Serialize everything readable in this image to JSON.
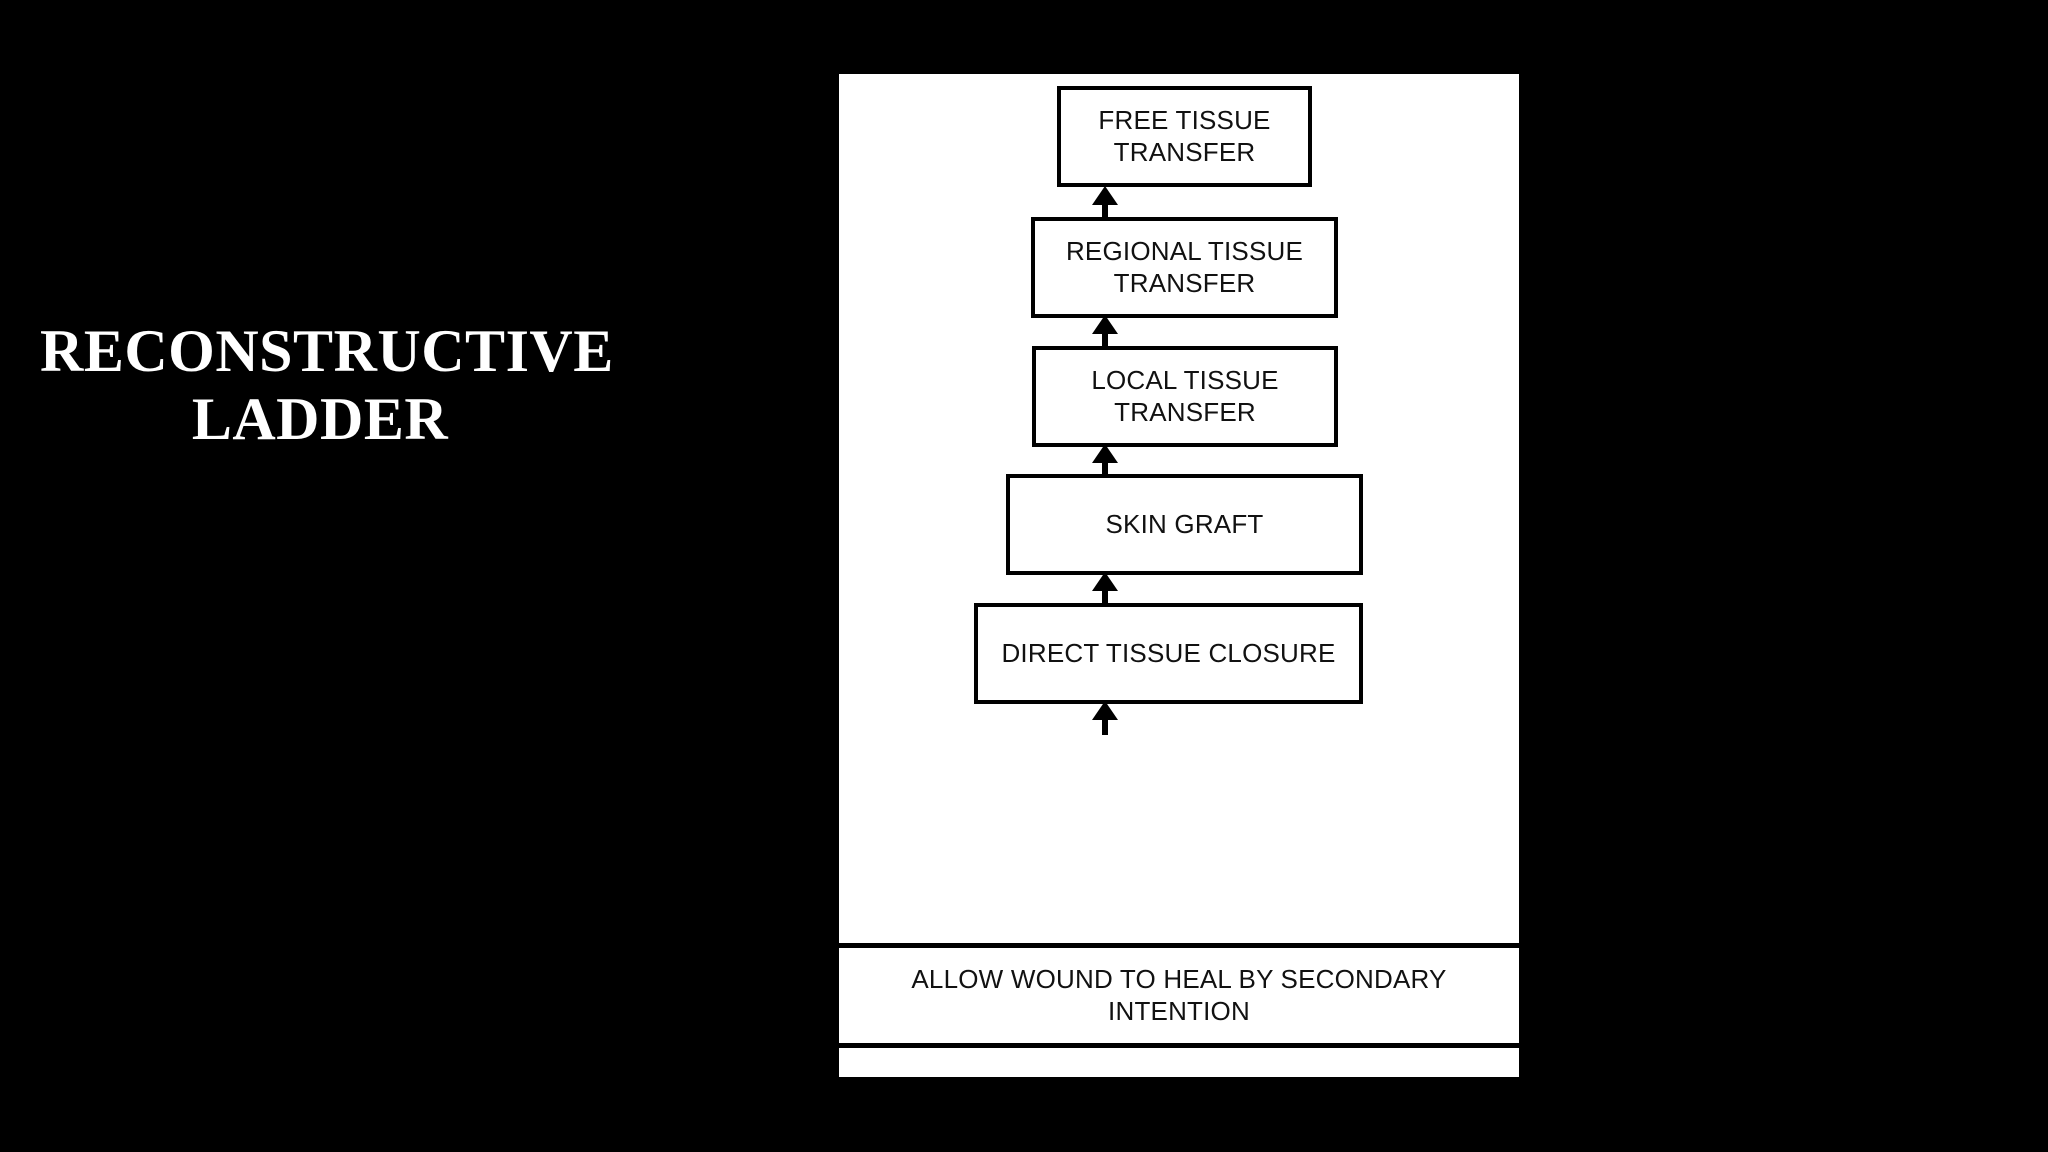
{
  "slide": {
    "background_color": "#000000",
    "panel_color": "#ffffff",
    "title": {
      "lines": [
        "RECONSTRUCTIVE",
        "LADDER"
      ],
      "color": "#ffffff"
    }
  },
  "diagram": {
    "type": "flowchart-ladder",
    "direction": "bottom-to-top",
    "line_color": "#000000",
    "text_color": "#111111",
    "steps": [
      {
        "index": 5,
        "label": "FREE TISSUE TRANSFER"
      },
      {
        "index": 4,
        "label": "REGIONAL TISSUE TRANSFER"
      },
      {
        "index": 3,
        "label": "LOCAL TISSUE TRANSFER"
      },
      {
        "index": 2,
        "label": "SKIN GRAFT"
      },
      {
        "index": 1,
        "label": "DIRECT TISSUE CLOSURE"
      }
    ],
    "base": {
      "label": "ALLOW WOUND TO HEAL BY SECONDARY INTENTION"
    },
    "arrows": [
      {
        "from": "REGIONAL TISSUE TRANSFER",
        "to": "FREE TISSUE TRANSFER"
      },
      {
        "from": "LOCAL TISSUE TRANSFER",
        "to": "REGIONAL TISSUE TRANSFER"
      },
      {
        "from": "SKIN GRAFT",
        "to": "LOCAL TISSUE TRANSFER"
      },
      {
        "from": "DIRECT TISSUE CLOSURE",
        "to": "SKIN GRAFT"
      },
      {
        "from": "ALLOW WOUND TO HEAL BY SECONDARY INTENTION",
        "to": "DIRECT TISSUE CLOSURE"
      }
    ]
  }
}
